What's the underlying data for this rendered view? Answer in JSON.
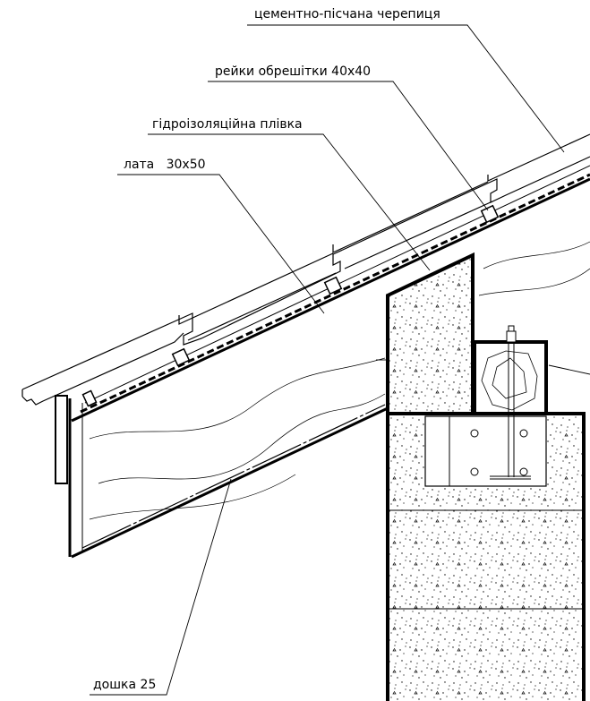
{
  "labels": {
    "tile": "цементно-пісчана черепиця",
    "battens": "рейки обрешітки 40x40",
    "membrane": "гідроізоляційна плівка",
    "lath": "лата   30x50",
    "board": "дошка 25"
  },
  "colors": {
    "line": "#000000",
    "background": "#ffffff"
  }
}
